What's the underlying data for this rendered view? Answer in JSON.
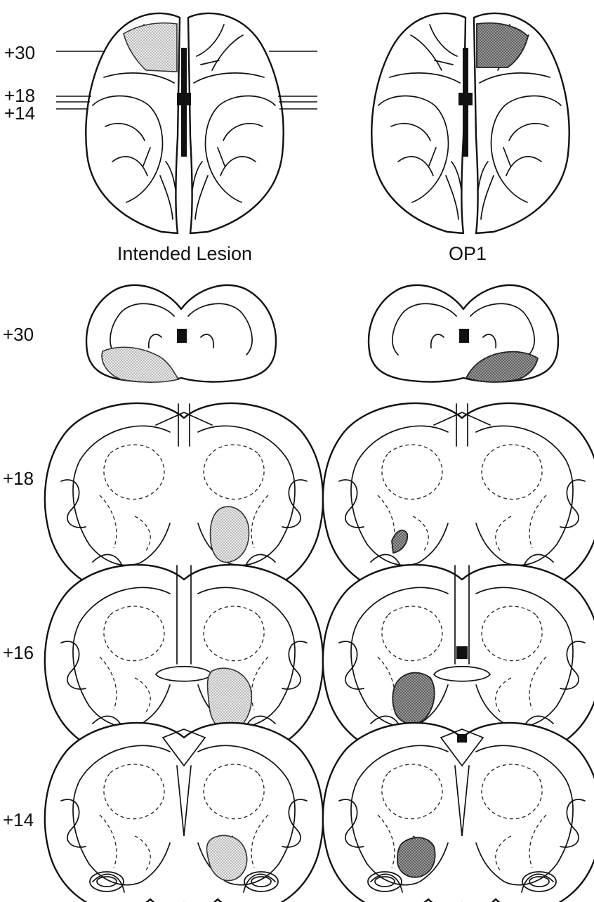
{
  "figure": {
    "column_titles": {
      "left": "Intended Lesion",
      "right": "OP1"
    },
    "ventral_view_levels": [
      "+30",
      "+18",
      "+14"
    ],
    "section_levels": [
      "+30",
      "+18",
      "+16",
      "+14"
    ]
  },
  "colors": {
    "ink": "#111111",
    "intended_lesion_fill": "#cfcfcf",
    "op1_lesion_fill": "#8c8c8c",
    "background": "#ffffff"
  }
}
